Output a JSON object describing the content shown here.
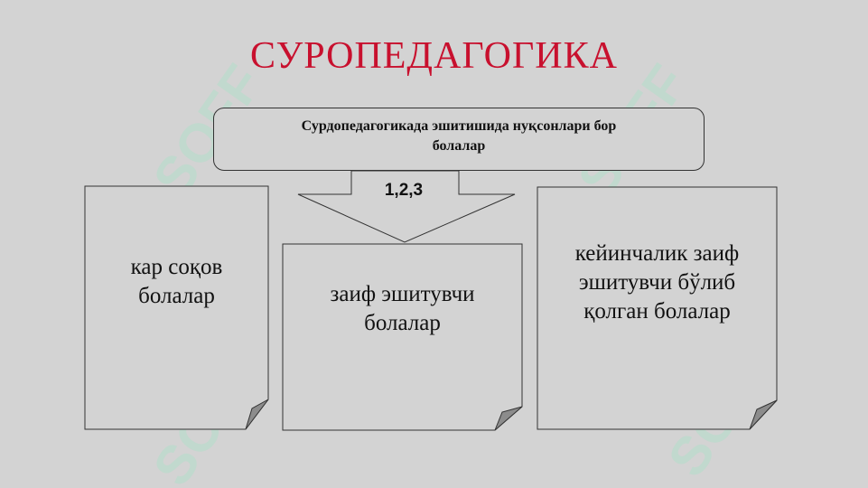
{
  "watermark": {
    "text": "SOFF",
    "color": "#aae1c8"
  },
  "title": "СУРОПЕДАГОГИКА",
  "top_box": {
    "line1": "Сурдопедагогикада эшитишида нуқсонлари бор",
    "line2": "болалар"
  },
  "arrow_label": "1,2,3",
  "pages": [
    {
      "line1": "кар соқов",
      "line2": "болалар"
    },
    {
      "line1": "заиф эшитувчи",
      "line2": "болалар"
    },
    {
      "line1": "кейинчалик заиф",
      "line2": "эшитувчи бўлиб",
      "line3": "қолган болалар"
    }
  ],
  "colors": {
    "background": "#d3d3d3",
    "title": "#c8102e",
    "outline": "#333333"
  }
}
